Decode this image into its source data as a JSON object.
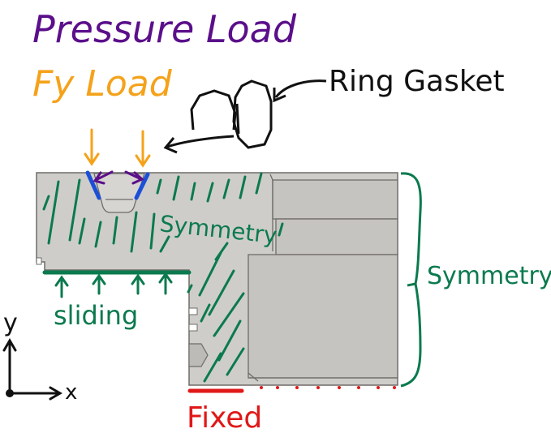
{
  "labels": {
    "pressure_load": "Pressure Load",
    "fy_load": "Fy Load",
    "ring_gasket": "Ring Gasket",
    "symmetry_inner": "Symmetry",
    "symmetry_right": "Symmetry",
    "sliding": "sliding",
    "fixed": "Fixed",
    "axis_y": "y",
    "axis_x": "x"
  },
  "colors": {
    "pressure": "#5b0f8a",
    "fy": "#f5a21b",
    "symmetry": "#0b7a4e",
    "fixed": "#e01818",
    "gasket_contact": "#1b4fd8",
    "ink": "#111111",
    "part_fill": "#cfcdc9",
    "part_edge": "#6e6c68"
  }
}
